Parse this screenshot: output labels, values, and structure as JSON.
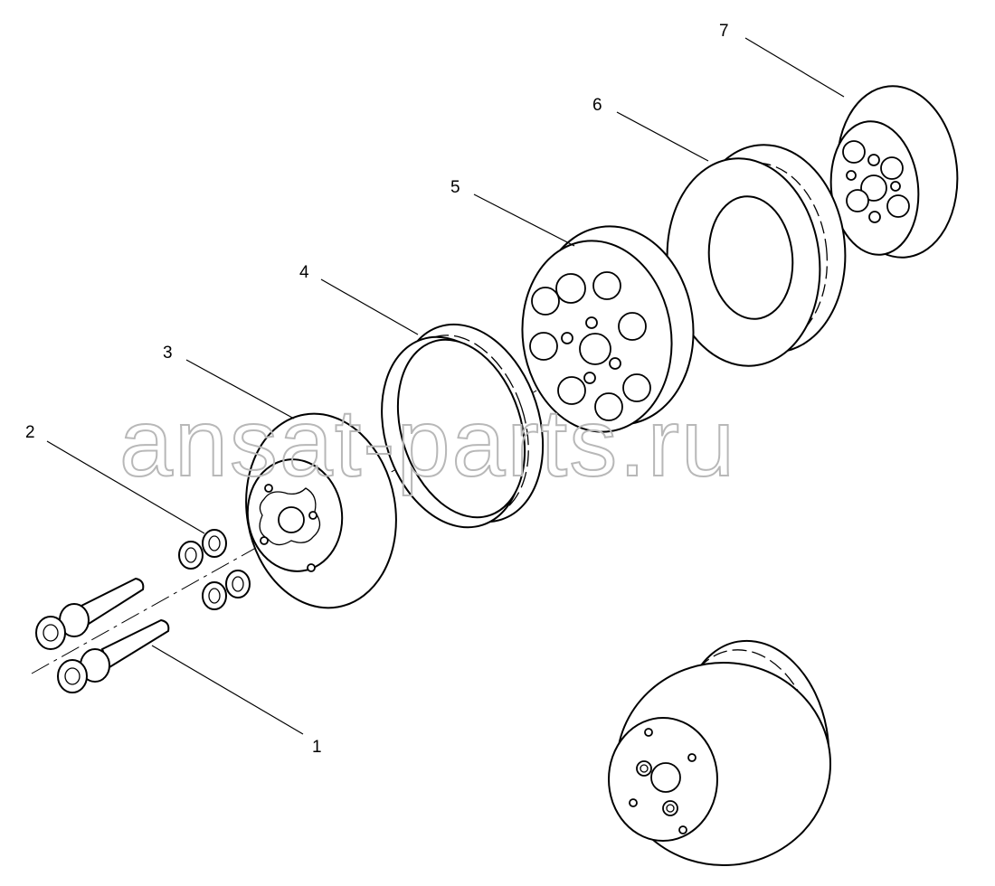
{
  "callouts": {
    "c1": "1",
    "c2": "2",
    "c3": "3",
    "c4": "4",
    "c5": "5",
    "c6": "6",
    "c7": "7"
  },
  "watermark": "ansat-parts.ru",
  "colors": {
    "ink": "#000000",
    "watermark": "#b8b8b8",
    "background": "#ffffff"
  }
}
